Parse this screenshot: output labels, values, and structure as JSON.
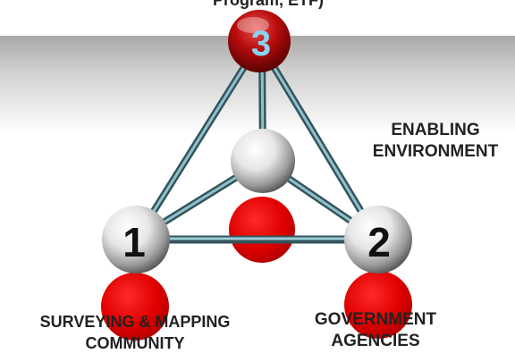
{
  "nodes": {
    "top": {
      "number": "3"
    },
    "left": {
      "number": "1"
    },
    "right": {
      "number": "2"
    },
    "center": {
      "number": ""
    }
  },
  "labels": {
    "top_partial": "Program, ETF)",
    "enabling_line1": "ENABLING",
    "enabling_line2": "ENVIRONMENT",
    "surveying_line1": "SURVEYING & MAPPING",
    "surveying_line2": "COMMUNITY",
    "government_line1": "GOVERNMENT",
    "government_line2": "AGENCIES"
  },
  "colors": {
    "red_ball": "#e60000",
    "silver_ball": "#d9d9d9",
    "rod": "#5f8c96",
    "text": "#222222"
  }
}
